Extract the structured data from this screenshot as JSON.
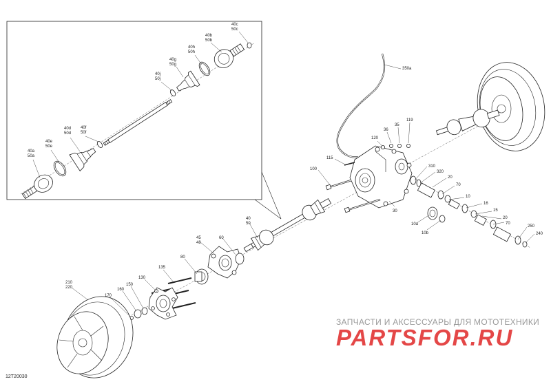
{
  "labels": {
    "inset": [
      "40c",
      "50c",
      "40b",
      "50b",
      "40h",
      "50h",
      "40g",
      "50g",
      "40j",
      "50j",
      "40f",
      "50f",
      "40d",
      "50d",
      "40e",
      "50e",
      "40a",
      "50a"
    ],
    "main": [
      "350a",
      "119",
      "35",
      "36",
      "120",
      "115",
      "100",
      "310",
      "320",
      "20",
      "70",
      "10",
      "16",
      "15",
      "20",
      "70",
      "250",
      "240",
      "30",
      "10a",
      "10b",
      "40",
      "50",
      "45",
      "48",
      "60",
      "80",
      "135",
      "130",
      "150",
      "160",
      "170",
      "210",
      "220"
    ]
  },
  "watermark": {
    "line1": "ЗАПЧАСТИ И АКСЕССУАРЫ ДЛЯ МОТОТЕХНИКИ",
    "logo": "PARTSFOR.RU"
  },
  "figure_id": "12T20030"
}
